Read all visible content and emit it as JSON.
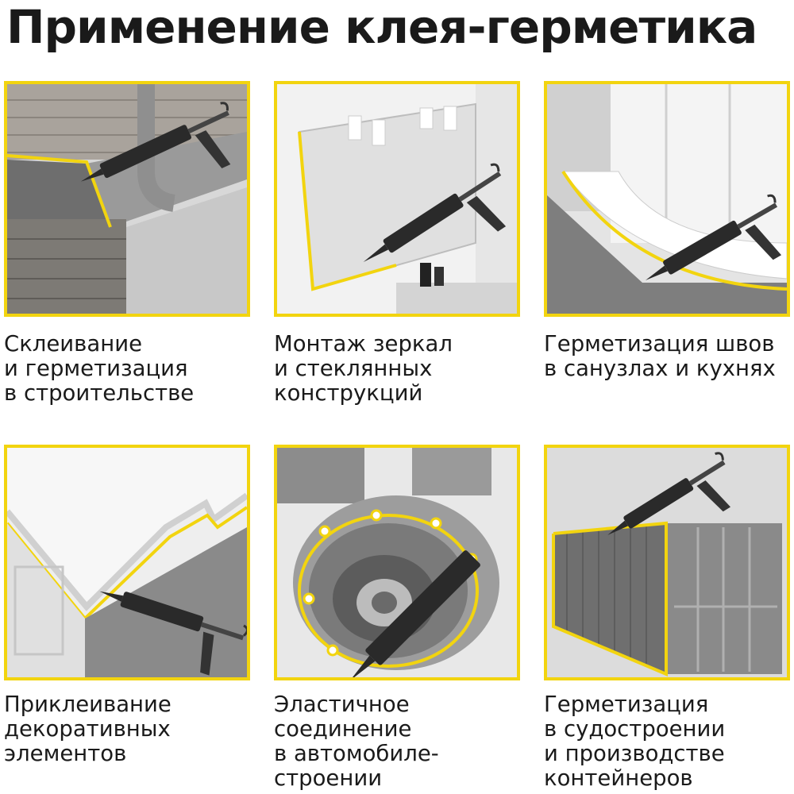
{
  "title": "Применение клея-герметика",
  "accent_color": "#f2d40f",
  "panels": [
    {
      "illustration": "building-facade-gun-icon",
      "caption": [
        "Склеивание",
        "и герметизация",
        "в строительстве"
      ]
    },
    {
      "illustration": "mirror-wall-gun-icon",
      "caption": [
        "Монтаж зеркал",
        "и стеклянных",
        "конструкций"
      ]
    },
    {
      "illustration": "shower-cabin-gun-icon",
      "caption": [
        "Герметизация швов",
        "в санузлах и кухнях"
      ]
    },
    {
      "illustration": "ceiling-molding-gun-icon",
      "caption": [
        "Приклеивание",
        "декоративных",
        "элементов"
      ]
    },
    {
      "illustration": "engine-gasket-gun-icon",
      "caption": [
        "Эластичное",
        "соединение",
        "в автомобиле-",
        "строении"
      ]
    },
    {
      "illustration": "shipping-container-gun-icon",
      "caption": [
        "Герметизация",
        "в судостроении",
        "и производстве",
        "контейнеров"
      ]
    }
  ]
}
